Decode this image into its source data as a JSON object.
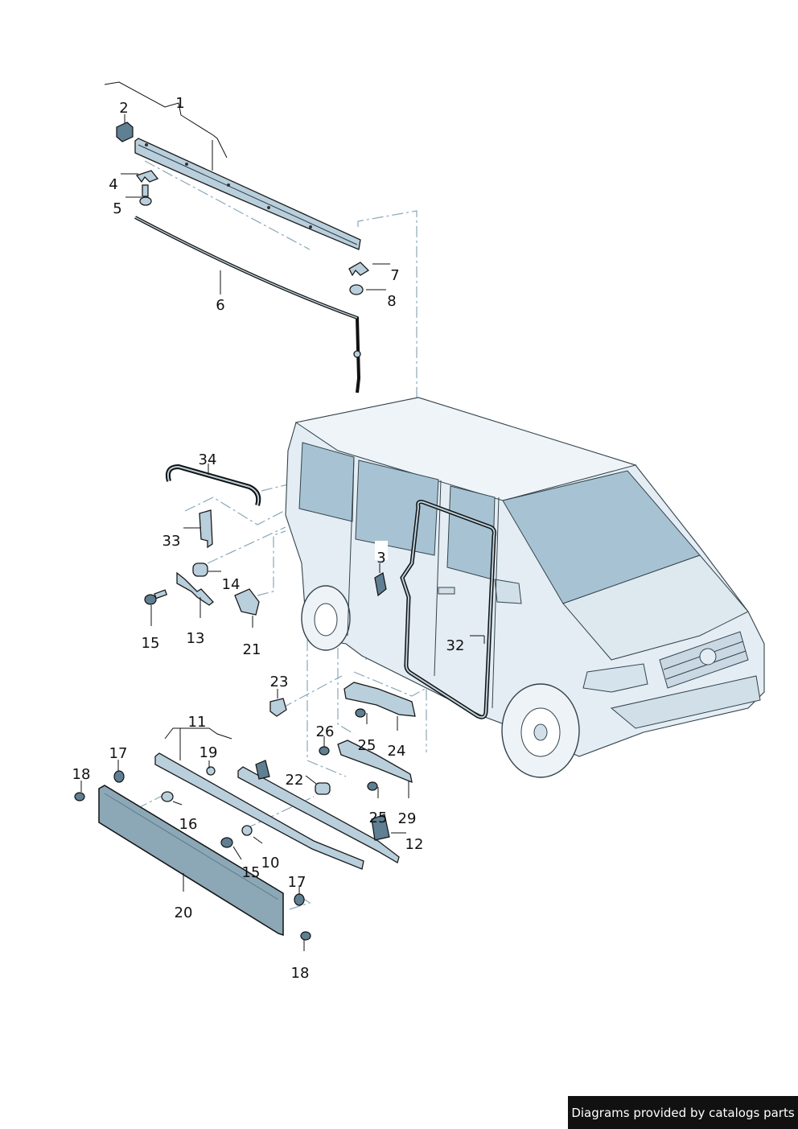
{
  "callouts": [
    {
      "id": "c1",
      "text": "1"
    },
    {
      "id": "c2",
      "text": "2"
    },
    {
      "id": "c3",
      "text": "3"
    },
    {
      "id": "c4",
      "text": "4"
    },
    {
      "id": "c5",
      "text": "5"
    },
    {
      "id": "c6",
      "text": "6"
    },
    {
      "id": "c7",
      "text": "7"
    },
    {
      "id": "c8",
      "text": "8"
    },
    {
      "id": "c10",
      "text": "10"
    },
    {
      "id": "c11",
      "text": "11"
    },
    {
      "id": "c12",
      "text": "12"
    },
    {
      "id": "c13",
      "text": "13"
    },
    {
      "id": "c14",
      "text": "14"
    },
    {
      "id": "c15a",
      "text": "15"
    },
    {
      "id": "c15b",
      "text": "15"
    },
    {
      "id": "c16",
      "text": "16"
    },
    {
      "id": "c17a",
      "text": "17"
    },
    {
      "id": "c17b",
      "text": "17"
    },
    {
      "id": "c18a",
      "text": "18"
    },
    {
      "id": "c18b",
      "text": "18"
    },
    {
      "id": "c19",
      "text": "19"
    },
    {
      "id": "c20",
      "text": "20"
    },
    {
      "id": "c21",
      "text": "21"
    },
    {
      "id": "c22",
      "text": "22"
    },
    {
      "id": "c23",
      "text": "23"
    },
    {
      "id": "c24",
      "text": "24"
    },
    {
      "id": "c25a",
      "text": "25"
    },
    {
      "id": "c25b",
      "text": "25"
    },
    {
      "id": "c26",
      "text": "26"
    },
    {
      "id": "c29",
      "text": "29"
    },
    {
      "id": "c32",
      "text": "32"
    },
    {
      "id": "c33",
      "text": "33"
    },
    {
      "id": "c34",
      "text": "34"
    }
  ],
  "credit": "Diagrams provided by catalogs parts",
  "colors": {
    "part": "#b9cfdc",
    "part_dark": "#5f7f92",
    "van_body": "#e4edf3",
    "glass": "#a7c3d3",
    "leader_dash": "#8aa8b8"
  }
}
